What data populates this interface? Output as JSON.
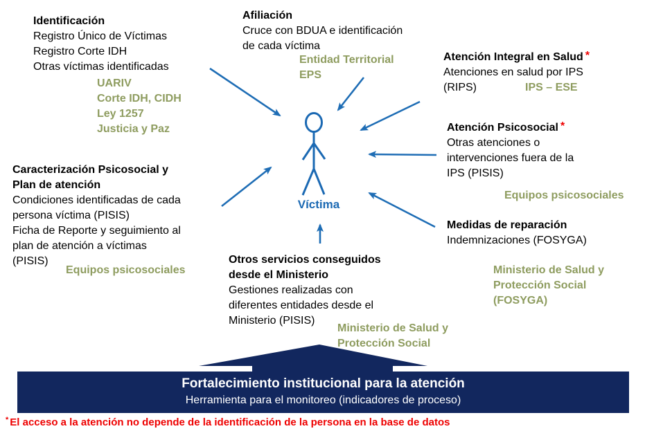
{
  "figure": {
    "label": "Víctima",
    "icon": "stick-figure-person"
  },
  "blocks": {
    "identificacion": {
      "title": "Identificación",
      "lines": [
        "Registro Único de Víctimas",
        "Registro Corte IDH",
        "Otras víctimas identificadas"
      ],
      "green": [
        "UARIV",
        "Corte IDH, CIDH",
        "Ley 1257",
        "Justicia y Paz"
      ]
    },
    "afiliacion": {
      "title": "Afiliación",
      "lines": [
        "Cruce con BDUA e identificación",
        "de cada víctima"
      ],
      "green": [
        "Entidad Territorial",
        "EPS"
      ]
    },
    "atencion_integral": {
      "title": "Atención Integral en Salud",
      "asterisk": "*",
      "lines": [
        "Atenciones en salud por IPS",
        "(RIPS)"
      ],
      "green": [
        "IPS – ESE"
      ]
    },
    "atencion_psicosocial": {
      "title": "Atención Psicosocial",
      "asterisk": "*",
      "lines": [
        "Otras atenciones o",
        "intervenciones fuera de la",
        "IPS (PISIS)"
      ],
      "green": [
        "Equipos psicosociales"
      ]
    },
    "medidas": {
      "title": "Medidas de reparación",
      "lines": [
        "Indemnizaciones (FOSYGA)"
      ],
      "green": [
        "Ministerio de Salud y",
        "Protección Social",
        "(FOSYGA)"
      ]
    },
    "caracterizacion": {
      "title_lines": [
        "Caracterización Psicosocial y",
        "Plan de atención"
      ],
      "lines": [
        "Condiciones identificadas de cada",
        "persona víctima (PISIS)",
        "Ficha de Reporte y seguimiento al",
        "plan de atención a víctimas",
        "(PISIS)"
      ],
      "green": [
        "Equipos psicosociales"
      ]
    },
    "otros_servicios": {
      "title_lines": [
        "Otros servicios conseguidos",
        "desde el Ministerio"
      ],
      "lines": [
        "Gestiones realizadas con",
        "diferentes entidades desde el",
        "Ministerio (PISIS)"
      ],
      "green": [
        "Ministerio de Salud y",
        "Protección Social"
      ]
    }
  },
  "banner": {
    "title": "Fortalecimiento institucional para la atención",
    "subtitle": "Herramienta para  el monitoreo (indicadores de proceso)"
  },
  "footnote": {
    "asterisk": "*",
    "text": "El acceso a la atención no depende de la identificación  de la persona en la base de datos"
  },
  "colors": {
    "arrow_blue": "#1E6DB5",
    "olive_green": "#8E9C5F",
    "navy_banner": "#12275E",
    "alert_red": "#EE0000",
    "text_black": "#000000",
    "banner_text_white": "#FFFFFF"
  }
}
